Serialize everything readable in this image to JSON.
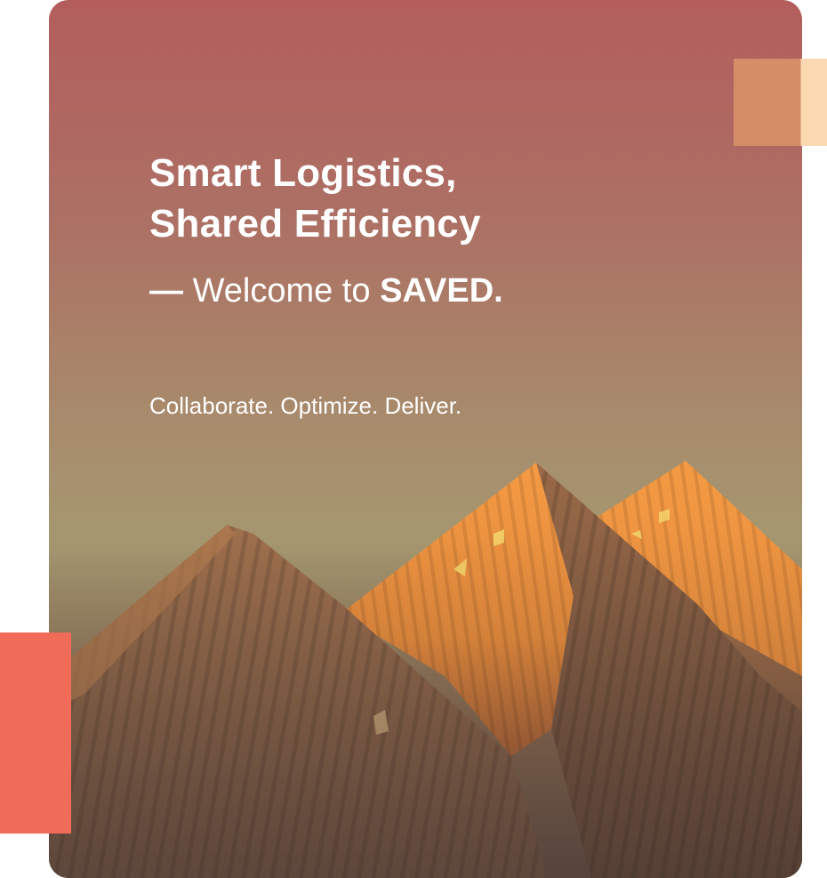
{
  "hero": {
    "headline_line1": "Smart Logistics,",
    "headline_line2": "Shared Efficiency",
    "welcome_dash": "—",
    "welcome_text": "Welcome to",
    "brand": "SAVED.",
    "tagline": "Collaborate. Optimize. Deliver."
  },
  "colors": {
    "gradient_top": "#b35e5d",
    "gradient_mid": "#a59870",
    "gradient_bottom": "#5d4a40",
    "container_orange": "#f0923f",
    "accent_coral": "#f06c58",
    "accent_peach": "#d48d67",
    "accent_light_peach": "#fcd8b0",
    "text": "#ffffff"
  }
}
